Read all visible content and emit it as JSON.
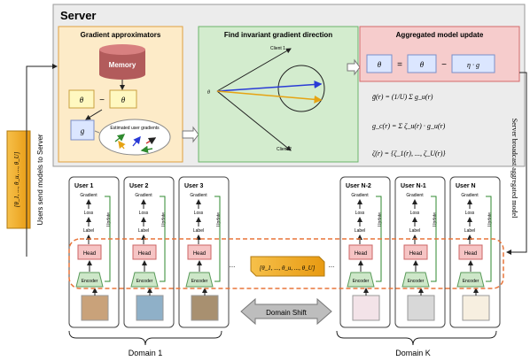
{
  "server": {
    "title": "Server",
    "panels": {
      "approx_title": "Gradient approximators",
      "memory": "Memory",
      "theta_t": "θ",
      "minus": "−",
      "theta_t1": "θ",
      "grad_label": "g",
      "cloud_label": "Estimated user gradients",
      "direction_title": "Find invariant gradient direction",
      "client1": "Client 1",
      "client2": "Client 2",
      "update_title": "Aggregated model update",
      "theta_r": "θ",
      "equals": "=",
      "theta_r1": "θ",
      "eta_g": "η · g",
      "formula_gbar": "ḡ(r) = (1/U) Σ g_u(r)",
      "formula_gc": "g_c(r) = Σ ζ_u(r) · g_u(r)",
      "formula_zeta": "ζ(r) = {ζ_1(r), ..., ζ_U(r)}"
    }
  },
  "side": {
    "left_vertical": "Users send models to Server",
    "right_vertical": "Server broadcast aggregated model",
    "stack_label": "[θ_1, ..., θ_u, ..., θ_U]"
  },
  "users": [
    {
      "name": "User 1"
    },
    {
      "name": "User 2"
    },
    {
      "name": "User 3"
    },
    {
      "name": "User N-2"
    },
    {
      "name": "User N-1"
    },
    {
      "name": "User N"
    }
  ],
  "user_blocks": {
    "gradient": "Gradient",
    "loss": "Loss",
    "label": "Label",
    "update": "Update",
    "head": "Head",
    "encoder": "Encoder"
  },
  "middle": {
    "params": "[θ_1, ..., θ_u, ..., θ_U]",
    "dots": "...",
    "domain_shift": "Domain Shift"
  },
  "domains": {
    "d1": "Domain 1",
    "dk": "Domain K"
  }
}
